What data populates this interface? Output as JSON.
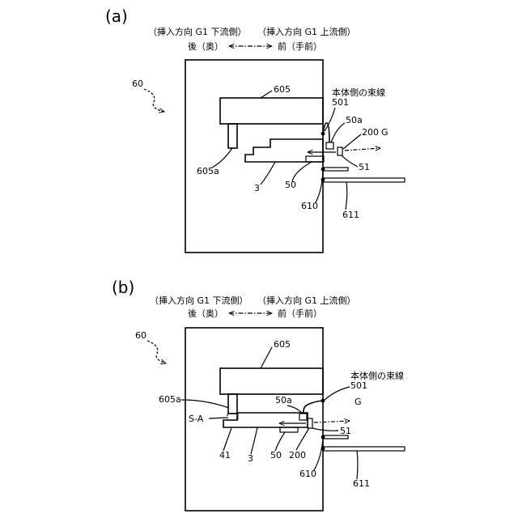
{
  "panel_a": {
    "label": "(a)",
    "header_left": "（挿入方向 G1 下流側）",
    "header_right": "（挿入方向 G1 上流側）",
    "dir_left": "後（奥）",
    "dir_right": "前（手前）",
    "ref_60": "60",
    "ref_605": "605",
    "ref_605a": "605a",
    "ref_3": "3",
    "ref_50": "50",
    "ref_50a": "50a",
    "ref_501": "501",
    "harness_label": "本体側の束線",
    "ref_200": "200",
    "ref_G": "G",
    "ref_51": "51",
    "ref_610": "610",
    "ref_611": "611"
  },
  "panel_b": {
    "label": "(b)",
    "header_left": "（挿入方向 G1 下流側）",
    "header_right": "（挿入方向 G1 上流側）",
    "dir_left": "後（奥）",
    "dir_right": "前（手前）",
    "ref_60": "60",
    "ref_605": "605",
    "ref_605a": "605a",
    "ref_SA": "S-A",
    "ref_41": "41",
    "ref_3": "3",
    "ref_50": "50",
    "ref_50a": "50a",
    "ref_501": "501",
    "harness_label": "本体側の束線",
    "ref_200": "200",
    "ref_G": "G",
    "ref_51": "51",
    "ref_610": "610",
    "ref_611": "611"
  }
}
